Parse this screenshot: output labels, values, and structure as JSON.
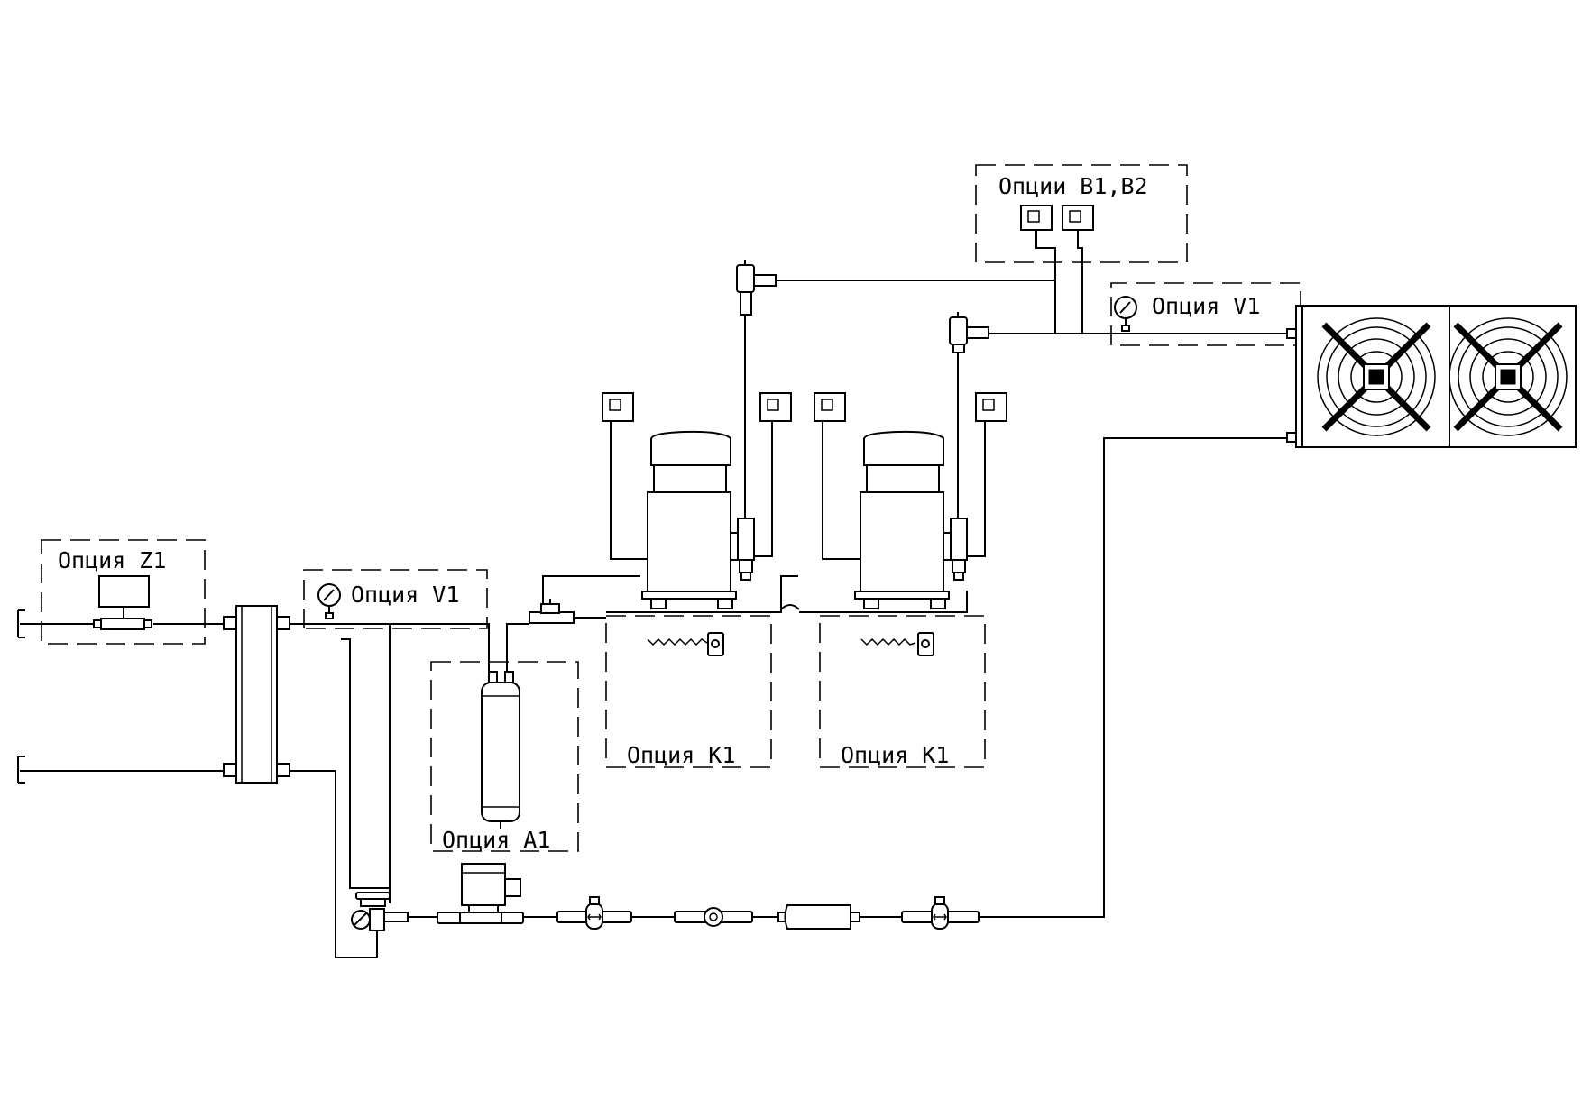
{
  "labels": {
    "opt_b1b2": "Опции  B1,B2",
    "opt_v1_top": "Опция  V1",
    "opt_z1": "Опция  Z1",
    "opt_v1_left": "Опция  V1",
    "opt_a1": "Опция  A1",
    "opt_k1_a": "Опция  K1",
    "opt_k1_b": "Опция  K1"
  }
}
